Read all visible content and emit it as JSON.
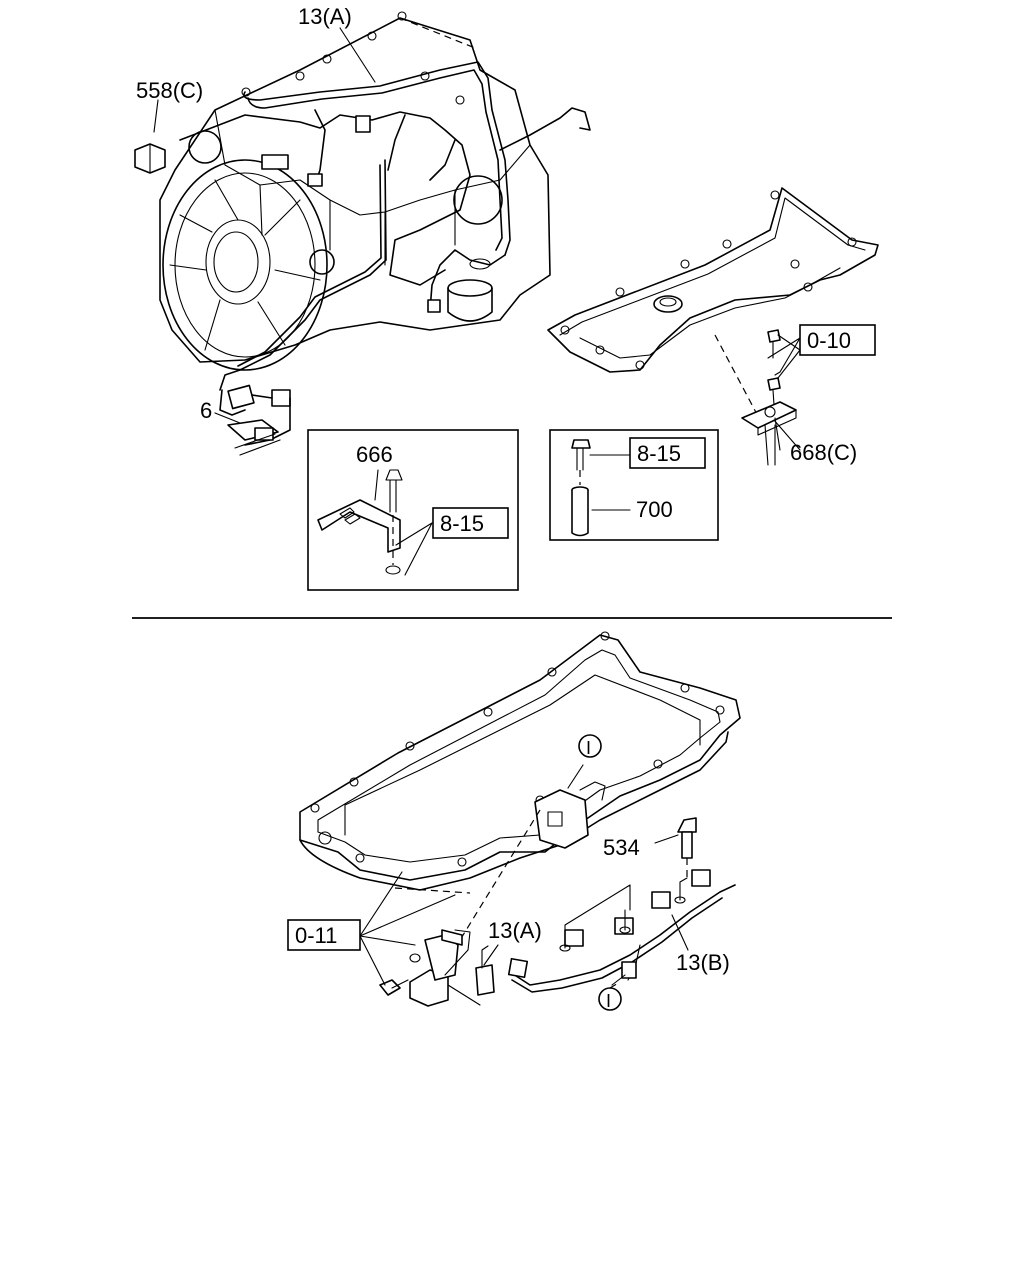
{
  "labels": {
    "harness_a_top": "13(A)",
    "connector_558c": "558(C)",
    "bracket_6": "6",
    "inset_left_part": "666",
    "inset_left_torque": "8-15",
    "inset_right_torque": "8-15",
    "inset_right_part": "700",
    "cover_torque": "0-10",
    "bracket_668c": "668(C)",
    "view_marker_upper": "I",
    "bolt_534": "534",
    "pan_torque": "0-11",
    "harness_a_bottom": "13(A)",
    "harness_b": "13(B)",
    "view_marker_lower": "I"
  }
}
